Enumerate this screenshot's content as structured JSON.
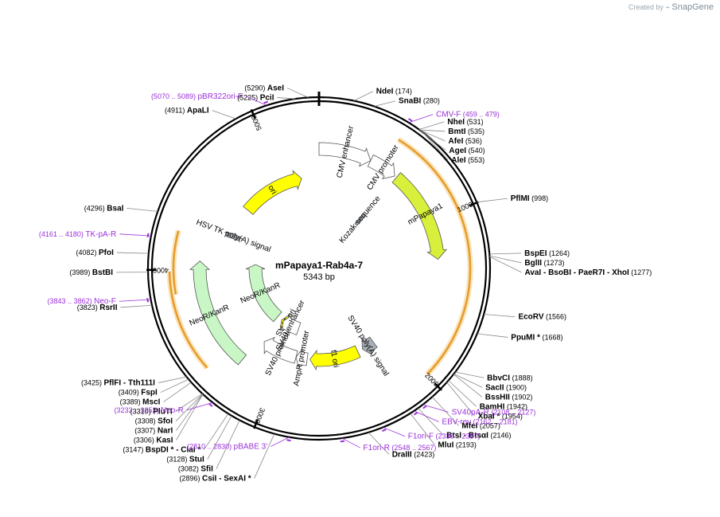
{
  "header": {
    "created_by": "Created by",
    "brand": "SnapGene"
  },
  "plasmid": {
    "name": "mPapaya1-Rab4a-7",
    "length": "5343 bp",
    "total_bp": 5343
  },
  "ticks": [
    {
      "label": "1000",
      "bp": 1000
    },
    {
      "label": "2000",
      "bp": 2000
    },
    {
      "label": "3000",
      "bp": 3000
    },
    {
      "label": "4000",
      "bp": 4000
    },
    {
      "label": "5000",
      "bp": 5000
    }
  ],
  "features": [
    {
      "name": "CMV enhancer",
      "start": 0,
      "end": 380,
      "color": "#ffffff",
      "track": 0
    },
    {
      "name": "CMV promoter",
      "start": 380,
      "end": 584,
      "color": "#ffffff",
      "track": 0
    },
    {
      "name": "mPapaya1",
      "start": 600,
      "end": 1270,
      "color": "#d8f03c",
      "track": 0
    },
    {
      "name": "SV40 poly(A) signal",
      "start": 2130,
      "end": 2252,
      "color": "#a8b0b8",
      "track": 1
    },
    {
      "name": "f1 ori",
      "start": 2300,
      "end": 2756,
      "color": "#ffff00",
      "track": 1
    },
    {
      "name": "AmpR promoter",
      "start": 2782,
      "end": 2887,
      "color": "#ffffff",
      "track": 1
    },
    {
      "name": "SV40 promoter",
      "start": 2888,
      "end": 3218,
      "color": "#ffffff",
      "track": 1
    },
    {
      "name": "SV40 ori",
      "start": 3069,
      "end": 3205,
      "color": "#ffff00",
      "track": 2
    },
    {
      "name": "SV40 enhancer",
      "start": 2950,
      "end": 3180,
      "color": "#ffffff",
      "track": 2
    },
    {
      "name": "NeoR/KanR",
      "start": 3266,
      "end": 4060,
      "color": "#c8f7c5",
      "track": 0
    },
    {
      "name": "NeoR/KanR",
      "start": 3275,
      "end": 4060,
      "color": "#c8f7c5",
      "track": 2
    },
    {
      "name": "HSV TK poly(A) signal",
      "start": 4290,
      "end": 4338,
      "color": "#a8b0b8",
      "track": 1
    },
    {
      "name": "ori",
      "start": 4590,
      "end": 5180,
      "color": "#ffff00",
      "track": 1
    },
    {
      "name": "Kozak sequence",
      "start": 590,
      "end": 600,
      "color": "#a8b0b8",
      "track": 2
    }
  ],
  "orange_arcs": [
    {
      "start": 470,
      "end": 1995
    },
    {
      "start": 3390,
      "end": 3990
    },
    {
      "start": 3855,
      "end": 4230
    }
  ],
  "sites": [
    {
      "name": "AseI",
      "pos": "(5290)",
      "bp": 5290
    },
    {
      "name": "NdeI",
      "pos": "(174)",
      "bp": 174
    },
    {
      "name": "SnaBI",
      "pos": "(280)",
      "bp": 280
    },
    {
      "name": "NheI",
      "pos": "(531)",
      "bp": 531
    },
    {
      "name": "BmtI",
      "pos": "(535)",
      "bp": 535
    },
    {
      "name": "AfeI",
      "pos": "(536)",
      "bp": 536
    },
    {
      "name": "AgeI",
      "pos": "(540)",
      "bp": 540
    },
    {
      "name": "AleI",
      "pos": "(553)",
      "bp": 553
    },
    {
      "name": "PflMI",
      "pos": "(998)",
      "bp": 998
    },
    {
      "name": "BspEI",
      "pos": "(1264)",
      "bp": 1264
    },
    {
      "name": "BglII",
      "pos": "(1273)",
      "bp": 1273
    },
    {
      "name": "AvaI - BsoBI - PaeR7I - XhoI",
      "pos": "(1277)",
      "bp": 1277
    },
    {
      "name": "EcoRV",
      "pos": "(1566)",
      "bp": 1566
    },
    {
      "name": "PpuMI *",
      "pos": "(1668)",
      "bp": 1668
    },
    {
      "name": "BbvCI",
      "pos": "(1888)",
      "bp": 1888
    },
    {
      "name": "SacII",
      "pos": "(1900)",
      "bp": 1900
    },
    {
      "name": "BssHII",
      "pos": "(1902)",
      "bp": 1902
    },
    {
      "name": "BamHI",
      "pos": "(1942)",
      "bp": 1942
    },
    {
      "name": "XbaI *",
      "pos": "(1954)",
      "bp": 1954
    },
    {
      "name": "MfeI",
      "pos": "(2057)",
      "bp": 2057
    },
    {
      "name": "BtsI - BtsαI",
      "pos": "(2146)",
      "bp": 2146
    },
    {
      "name": "MluI",
      "pos": "(2193)",
      "bp": 2193
    },
    {
      "name": "DraIII",
      "pos": "(2423)",
      "bp": 2423
    },
    {
      "name": "CsiI - SexAI *",
      "pos": "(2896)",
      "bp": 2896
    },
    {
      "name": "SfiI",
      "pos": "(3082)",
      "bp": 3082
    },
    {
      "name": "StuI",
      "pos": "(3128)",
      "bp": 3128
    },
    {
      "name": "BspDI * - ClaI *",
      "pos": "(3147)",
      "bp": 3147
    },
    {
      "name": "KasI",
      "pos": "(3306)",
      "bp": 3306
    },
    {
      "name": "NarI",
      "pos": "(3307)",
      "bp": 3307
    },
    {
      "name": "SfoI",
      "pos": "(3308)",
      "bp": 3308
    },
    {
      "name": "PluTI",
      "pos": "(3310)",
      "bp": 3310
    },
    {
      "name": "MscI",
      "pos": "(3389)",
      "bp": 3389
    },
    {
      "name": "FspI",
      "pos": "(3409)",
      "bp": 3409
    },
    {
      "name": "PflFI - Tth111I",
      "pos": "(3425)",
      "bp": 3425
    },
    {
      "name": "RsrII",
      "pos": "(3823)",
      "bp": 3823
    },
    {
      "name": "BstBI",
      "pos": "(3989)",
      "bp": 3989
    },
    {
      "name": "PfoI",
      "pos": "(4082)",
      "bp": 4082
    },
    {
      "name": "BsaI",
      "pos": "(4296)",
      "bp": 4296
    },
    {
      "name": "ApaLI",
      "pos": "(4911)",
      "bp": 4911
    },
    {
      "name": "PciI",
      "pos": "(5225)",
      "bp": 5225
    }
  ],
  "primers": [
    {
      "name": "CMV-F",
      "pos": "(459 .. 479)",
      "bp": 469
    },
    {
      "name": "SV40pA-R",
      "pos": "(2108 .. 2127)",
      "bp": 2117
    },
    {
      "name": "EBV-rev",
      "pos": "(2162 .. 2181)",
      "bp": 2171
    },
    {
      "name": "F1ori-F",
      "pos": "(2336 .. 2357)",
      "bp": 2346
    },
    {
      "name": "F1ori-R",
      "pos": "(2548 .. 2567)",
      "bp": 2557
    },
    {
      "name": "pBABE 3'",
      "pos": "(2810 .. 2830)",
      "bp": 2820
    },
    {
      "name": "Neo-R",
      "pos": "(3233 .. 3252)",
      "bp": 3242
    },
    {
      "name": "Neo-F",
      "pos": "(3843 .. 3862)",
      "bp": 3852
    },
    {
      "name": "TK-pA-R",
      "pos": "(4161 .. 4180)",
      "bp": 4170
    },
    {
      "name": "pBR322ori-F",
      "pos": "(5070 .. 5089)",
      "bp": 5079
    }
  ],
  "colors": {
    "site_text": "#000000",
    "primer": "#9b30d9",
    "backbone": "#000000",
    "orange": "#e59b2a"
  }
}
